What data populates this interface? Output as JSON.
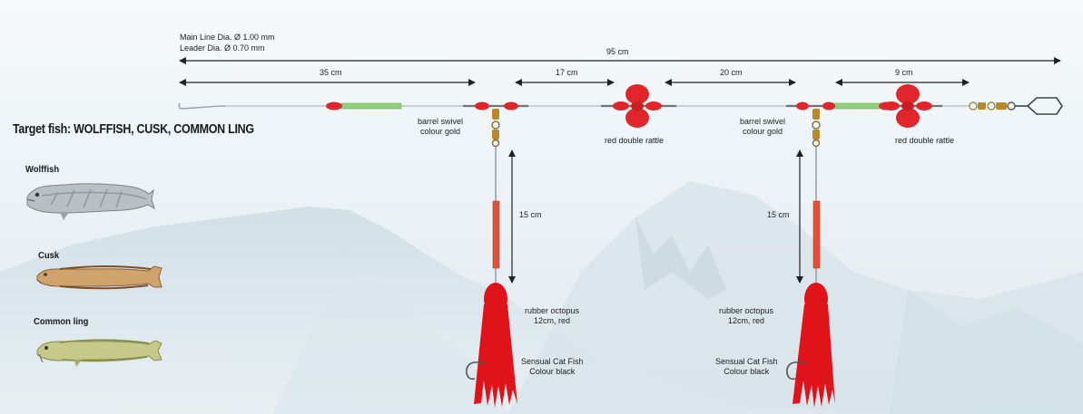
{
  "specs": {
    "main_line": "Main Line Dia. Ø 1.00 mm",
    "leader": "Leader Dia. Ø 0.70 mm"
  },
  "dimensions": {
    "total": "95 cm",
    "seg1": "35 cm",
    "seg2": "17 cm",
    "seg3": "20 cm",
    "seg4": "9 cm",
    "dropper1": "15 cm",
    "dropper2": "15 cm"
  },
  "labels": {
    "swivel1": [
      "barrel swivel",
      "colour gold"
    ],
    "rattle1": "red double rattle",
    "swivel2": [
      "barrel swivel",
      "colour gold"
    ],
    "rattle2": "red double rattle",
    "octopus1": [
      "rubber octopus",
      "12cm, red"
    ],
    "hook1": [
      "Sensual Cat Fish",
      "Colour black"
    ],
    "octopus2": [
      "rubber octopus",
      "12cm, red"
    ],
    "hook2": [
      "Sensual Cat Fish",
      "Colour black"
    ]
  },
  "target": "Target fish: WOLFFISH, CUSK, COMMON LING",
  "fish": [
    {
      "name": "Wolffish",
      "icon": "wolffish-illustration"
    },
    {
      "name": "Cusk",
      "icon": "cusk-illustration"
    },
    {
      "name": "Common ling",
      "icon": "common-ling-illustration"
    }
  ],
  "colors": {
    "rig_red": "#e0262a",
    "tube_green": "#8fd07a",
    "swivel_gold": "#b8882a",
    "arrow": "#222222"
  }
}
